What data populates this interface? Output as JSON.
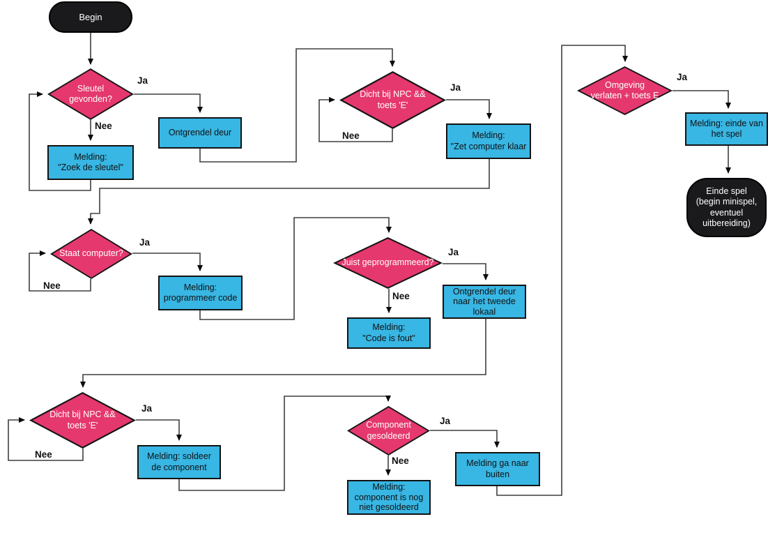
{
  "diagram": {
    "colors": {
      "decision_fill": "#e5386e",
      "process_fill": "#38b6e4",
      "terminal_fill": "#1a1a1c",
      "line": "#3f3f3f"
    },
    "nodes": {
      "begin": {
        "label": "Begin",
        "type": "terminal"
      },
      "d_sleutel": {
        "label": "Sleutel\ngevonden?",
        "type": "decision"
      },
      "p_ontgrendel_deur": {
        "label": "Ontgrendel deur",
        "type": "process"
      },
      "p_zoek_sleutel": {
        "label": "Melding:\n\"Zoek de sleutel\"",
        "type": "process"
      },
      "d_npc_1": {
        "label": "Dicht bij NPC &&\ntoets 'E'",
        "type": "decision"
      },
      "p_zet_computer": {
        "label": "Melding:\n\"Zet computer klaar",
        "type": "process"
      },
      "d_omgeving": {
        "label": "Omgeving\nverlaten + toets E",
        "type": "decision"
      },
      "p_einde_melding": {
        "label": "Melding: einde van\nhet spel",
        "type": "process"
      },
      "einde": {
        "label": "Einde spel\n(begin minispel,\neventuel\nuitbereiding)",
        "type": "terminal"
      },
      "d_staat_computer": {
        "label": "Staat computer?",
        "type": "decision"
      },
      "p_programmeer": {
        "label": "Melding:\nprogrammeer code",
        "type": "process"
      },
      "d_juist": {
        "label": "Juist geprogrammeerd?",
        "type": "decision"
      },
      "p_tweede_lokaal": {
        "label": "Ontgrendel deur\nnaar het tweede\nlokaal",
        "type": "process"
      },
      "p_code_fout": {
        "label": "Melding:\n\"Code is fout\"",
        "type": "process"
      },
      "d_npc_2": {
        "label": "Dicht bij NPC &&\ntoets 'E'",
        "type": "decision"
      },
      "p_soldeer": {
        "label": "Melding: soldeer\nde component",
        "type": "process"
      },
      "d_component": {
        "label": "Component\ngesoldeerd",
        "type": "decision"
      },
      "p_ga_buiten": {
        "label": "Melding ga naar\nbuiten",
        "type": "process"
      },
      "p_niet_gesoldeerd": {
        "label": "Melding:\ncomponent is nog\nniet gesoldeerd",
        "type": "process"
      }
    },
    "edge_labels": {
      "yes": "Ja",
      "no": "Nee"
    }
  }
}
